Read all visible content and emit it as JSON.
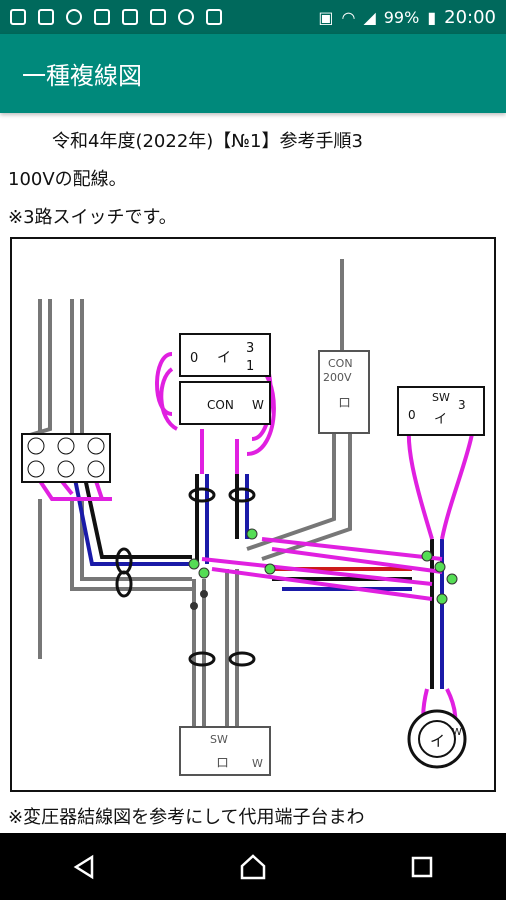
{
  "status_bar": {
    "battery": "99%",
    "time": "20:00",
    "icons": [
      "messages-icon",
      "contacts-icon",
      "info-icon",
      "clipboard-icon",
      "image-icon",
      "phone-icon",
      "bulb-icon",
      "media-icon",
      "nfc-icon",
      "wifi-icon",
      "signal-icon",
      "battery-icon"
    ]
  },
  "app_bar": {
    "title": "一種複線図"
  },
  "content": {
    "line1": "令和4年度(2022年)【№1】参考手順3",
    "line2": "100Vの配線。",
    "line3": "※3路スイッチです。",
    "line4": "※変圧器結線図を参考にして代用端子台まわ"
  },
  "diagram": {
    "labels": {
      "switch1_i": "イ",
      "switch1_0": "0",
      "switch1_3": "3",
      "switch1_1": "1",
      "outlet_con": "CON",
      "outlet_w": "W",
      "con_label": "CON",
      "v200": "200V",
      "ro_top": "ロ",
      "sw_right": "SW",
      "sw_right_0": "0",
      "sw_right_i": "イ",
      "sw_right_3": "3",
      "sw_bottom": "SW",
      "sw_bottom_ro": "ロ",
      "sw_bottom_w": "W",
      "lamp_i": "イ",
      "lamp_w": "W"
    },
    "colors": {
      "magenta": "#e020e0",
      "blue": "#1a1aa8",
      "red": "#cc1a1a",
      "black": "#111111",
      "gray": "#777777",
      "node": "#55dd55"
    }
  },
  "nav": {
    "back": "back-icon",
    "home": "home-icon",
    "recents": "recents-icon"
  }
}
